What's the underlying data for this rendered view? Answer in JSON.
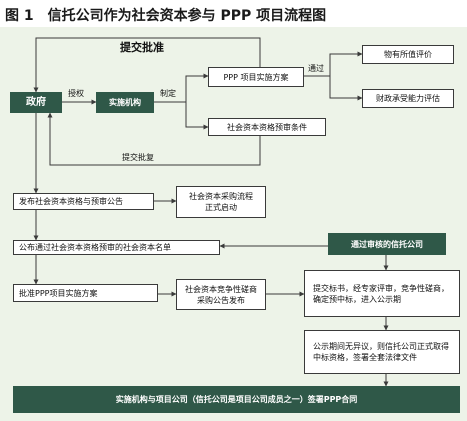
{
  "title": "图 1　信托公司作为社会资本参与 PPP 项目流程图",
  "colors": {
    "background": "#edf3e8",
    "dark_box": "#2f5848",
    "line": "#3a3a3a"
  },
  "boxes": {
    "government": "政府",
    "implementing_agency": "实施机构",
    "ppp_plan": "PPP 项目实施方案",
    "value_for_money": "物有所值评价",
    "fiscal_capacity": "财政承受能力评估",
    "prequal_conditions": "社会资本资格预审条件",
    "publish_prequal": "发布社会资本资格与预审公告",
    "procurement_start": "社会资本采购流程正式启动",
    "announce_list": "公布通过社会资本资格预审的社会资本名单",
    "approved_trust": "通过审核的信托公司",
    "approve_plan": "批准PPP项目实施方案",
    "competitive_consult": "社会资本竞争性磋商采购公告发布",
    "bid_process": "提交标书，经专家评审，竞争性磋商，确定预中标，进入公示期",
    "no_objection": "公示期间无异议，则信托公司正式取得中标资格，签署全套法律文件",
    "sign_contract": "实施机构与项目公司（信托公司是项目公司成员之一）签署PPP合同"
  },
  "labels": {
    "submit_approval_top": "提交批准",
    "authorize": "授权",
    "formulate": "制定",
    "pass": "通过",
    "submit_reply": "提交批复"
  }
}
